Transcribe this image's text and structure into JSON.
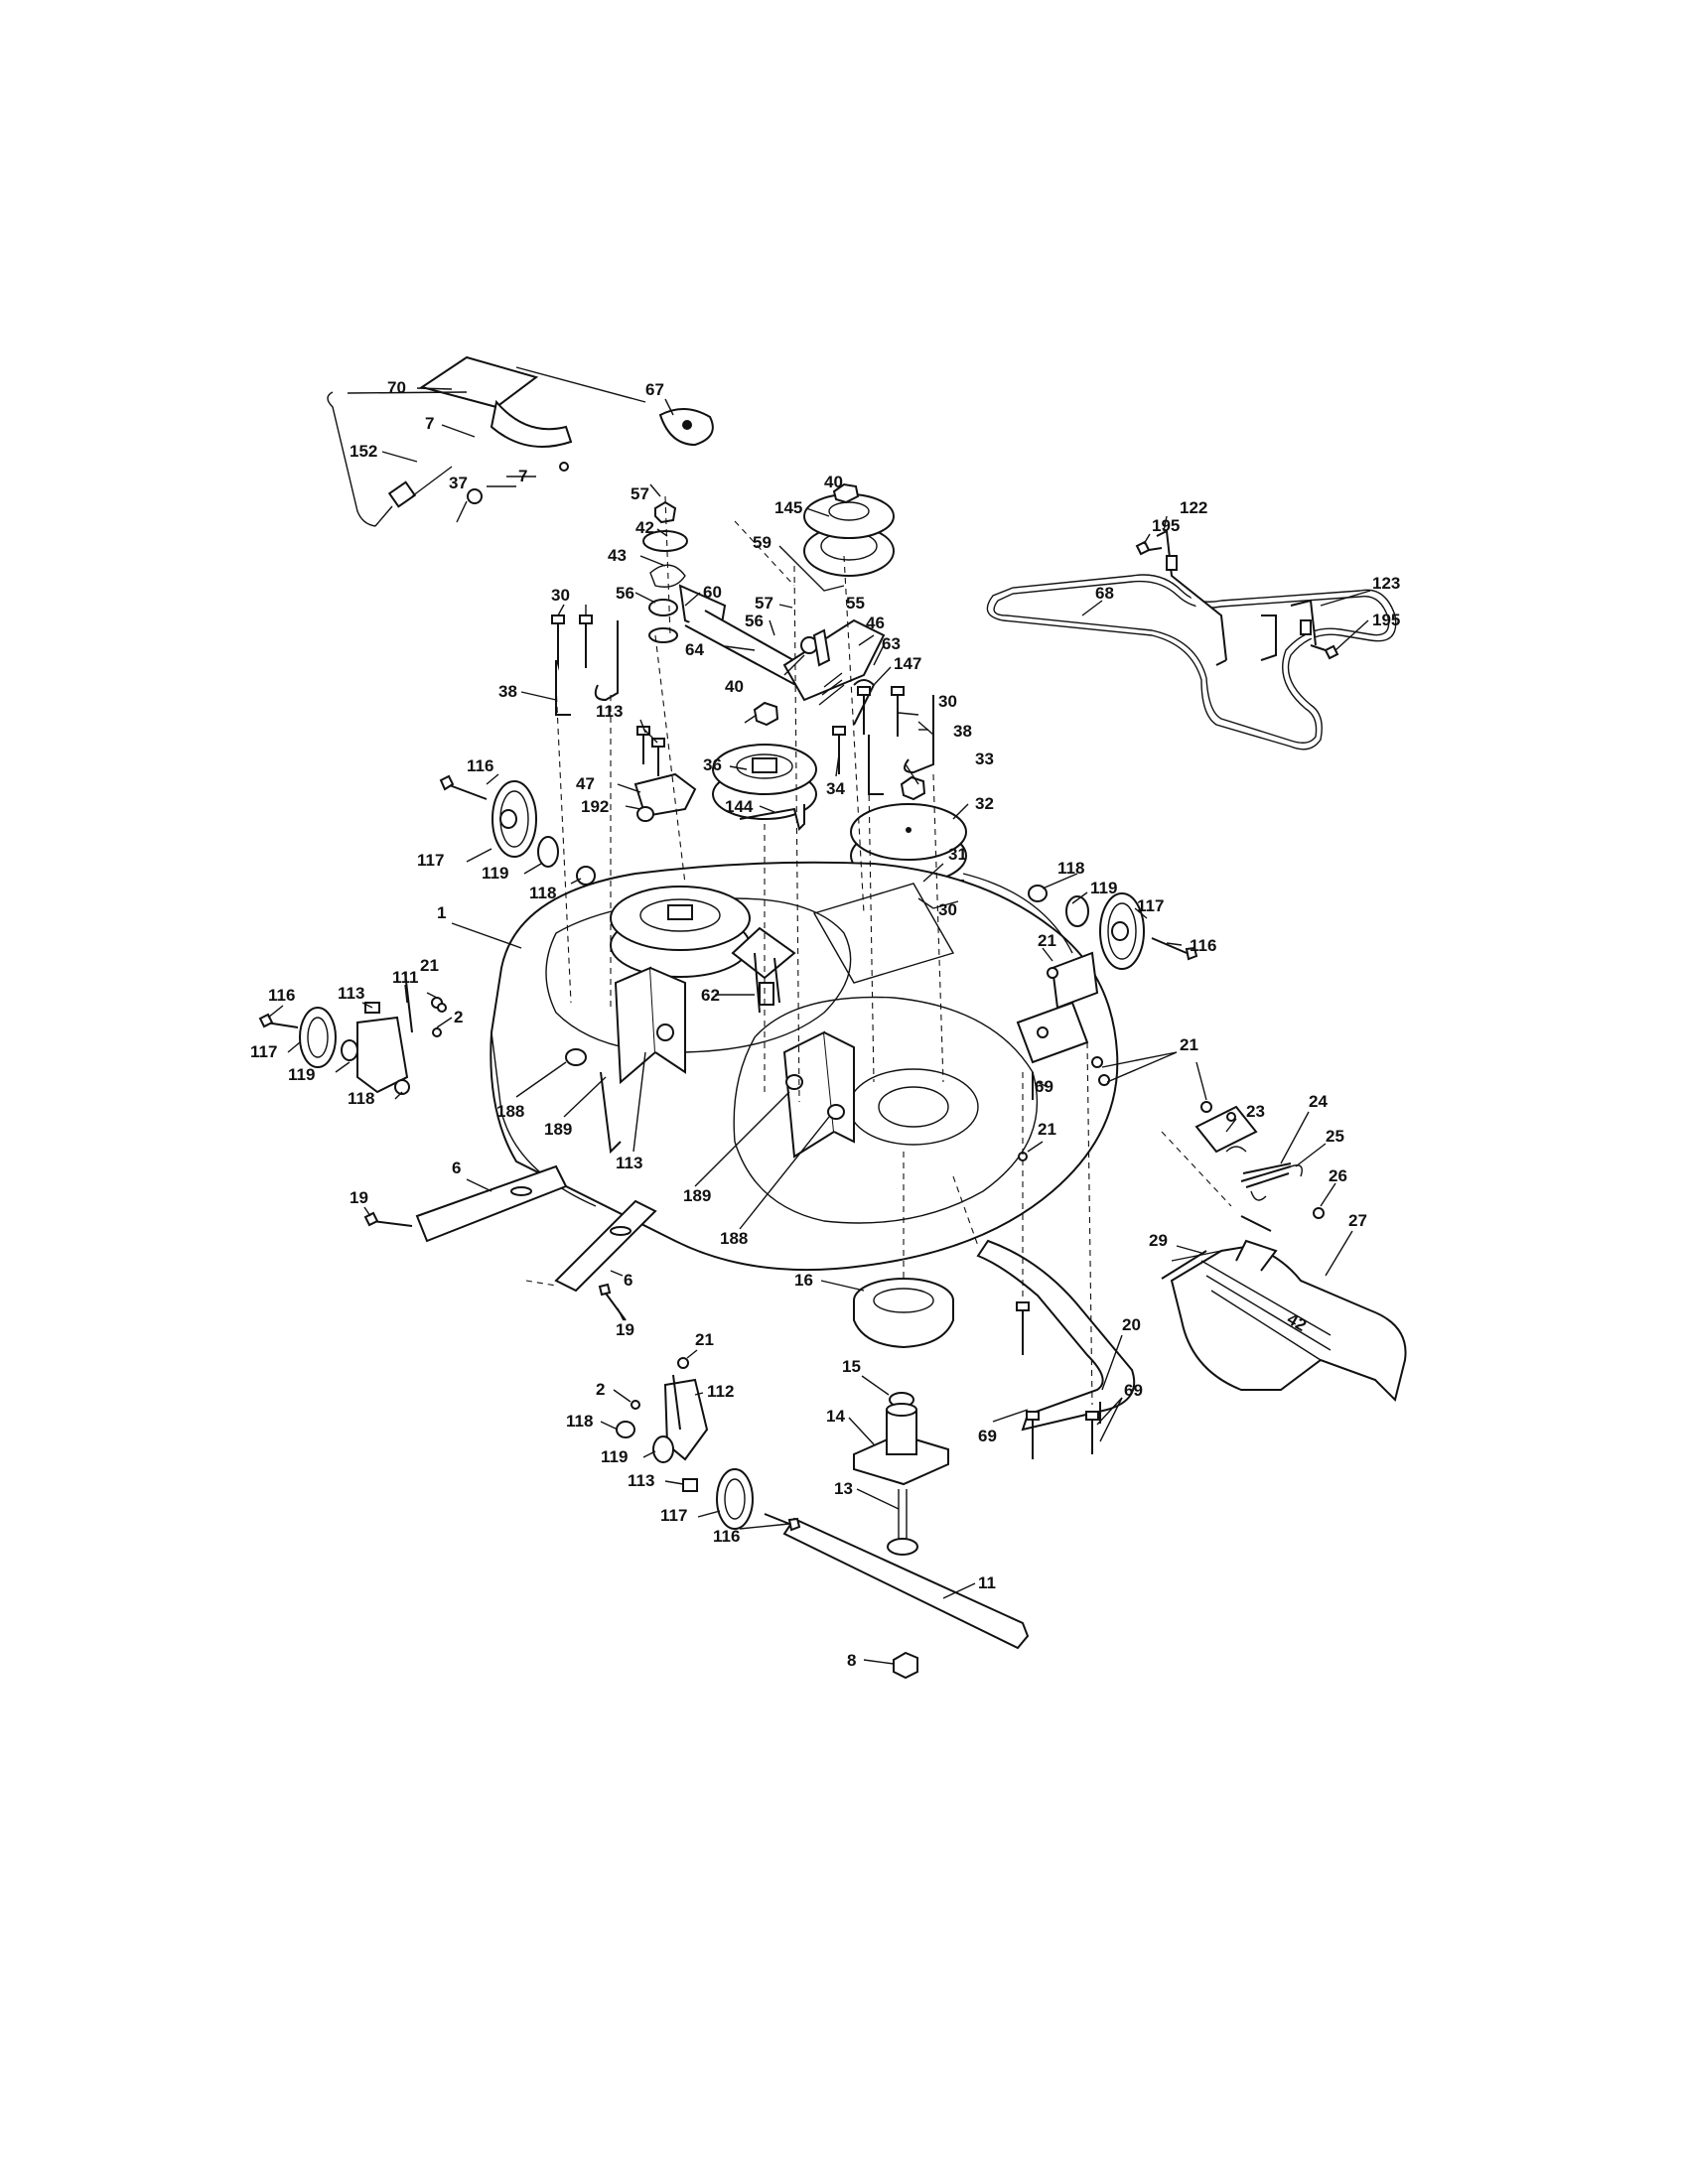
{
  "diagram": {
    "callouts": [
      {
        "id": "c70",
        "text": "70"
      },
      {
        "id": "c67",
        "text": "67"
      },
      {
        "id": "c7a",
        "text": "7"
      },
      {
        "id": "c152",
        "text": "152"
      },
      {
        "id": "c7b",
        "text": "7"
      },
      {
        "id": "c37",
        "text": "37"
      },
      {
        "id": "c40a",
        "text": "40"
      },
      {
        "id": "c57a",
        "text": "57"
      },
      {
        "id": "c145",
        "text": "145"
      },
      {
        "id": "c42",
        "text": "42"
      },
      {
        "id": "c59",
        "text": "59"
      },
      {
        "id": "c43",
        "text": "43"
      },
      {
        "id": "c56a",
        "text": "56"
      },
      {
        "id": "c60",
        "text": "60"
      },
      {
        "id": "c30a",
        "text": "30"
      },
      {
        "id": "c57b",
        "text": "57"
      },
      {
        "id": "c55",
        "text": "55"
      },
      {
        "id": "c46",
        "text": "46"
      },
      {
        "id": "c56b",
        "text": "56"
      },
      {
        "id": "c64",
        "text": "64"
      },
      {
        "id": "c63",
        "text": "63"
      },
      {
        "id": "c38a",
        "text": "38"
      },
      {
        "id": "c40b",
        "text": "40"
      },
      {
        "id": "c147",
        "text": "147"
      },
      {
        "id": "c30b",
        "text": "30"
      },
      {
        "id": "c113a",
        "text": "113"
      },
      {
        "id": "c38b",
        "text": "38"
      },
      {
        "id": "c36",
        "text": "36"
      },
      {
        "id": "c34",
        "text": "34"
      },
      {
        "id": "c33",
        "text": "33"
      },
      {
        "id": "c116a",
        "text": "116"
      },
      {
        "id": "c47",
        "text": "47"
      },
      {
        "id": "c192",
        "text": "192"
      },
      {
        "id": "c144",
        "text": "144"
      },
      {
        "id": "c32",
        "text": "32"
      },
      {
        "id": "c117a",
        "text": "117"
      },
      {
        "id": "c119a",
        "text": "119"
      },
      {
        "id": "c118a",
        "text": "118"
      },
      {
        "id": "c31",
        "text": "31"
      },
      {
        "id": "c118b",
        "text": "118"
      },
      {
        "id": "c119b",
        "text": "119"
      },
      {
        "id": "c30c",
        "text": "30"
      },
      {
        "id": "c117b",
        "text": "117"
      },
      {
        "id": "c1",
        "text": "1"
      },
      {
        "id": "c21a",
        "text": "21"
      },
      {
        "id": "c116b",
        "text": "116"
      },
      {
        "id": "c62",
        "text": "62"
      },
      {
        "id": "c113b",
        "text": "113"
      },
      {
        "id": "c111",
        "text": "111"
      },
      {
        "id": "c21b",
        "text": "21"
      },
      {
        "id": "c116c",
        "text": "116"
      },
      {
        "id": "c2a",
        "text": "2"
      },
      {
        "id": "c117c",
        "text": "117"
      },
      {
        "id": "c21c",
        "text": "21"
      },
      {
        "id": "c119c",
        "text": "119"
      },
      {
        "id": "c23",
        "text": "23"
      },
      {
        "id": "c69a",
        "text": "69"
      },
      {
        "id": "c118c",
        "text": "118"
      },
      {
        "id": "c188a",
        "text": "188"
      },
      {
        "id": "c24",
        "text": "24"
      },
      {
        "id": "c189a",
        "text": "189"
      },
      {
        "id": "c21d",
        "text": "21"
      },
      {
        "id": "c25",
        "text": "25"
      },
      {
        "id": "c113c",
        "text": "113"
      },
      {
        "id": "c189b",
        "text": "189"
      },
      {
        "id": "c26",
        "text": "26"
      },
      {
        "id": "c6a",
        "text": "6"
      },
      {
        "id": "c19a",
        "text": "19"
      },
      {
        "id": "c188b",
        "text": "188"
      },
      {
        "id": "c27",
        "text": "27"
      },
      {
        "id": "c29",
        "text": "29"
      },
      {
        "id": "c6b",
        "text": "6"
      },
      {
        "id": "c16",
        "text": "16"
      },
      {
        "id": "c19b",
        "text": "19"
      },
      {
        "id": "c21e",
        "text": "21"
      },
      {
        "id": "c20",
        "text": "20"
      },
      {
        "id": "c15",
        "text": "15"
      },
      {
        "id": "c2b",
        "text": "2"
      },
      {
        "id": "c112",
        "text": "112"
      },
      {
        "id": "c69b",
        "text": "69"
      },
      {
        "id": "c118d",
        "text": "118"
      },
      {
        "id": "c14",
        "text": "14"
      },
      {
        "id": "c69c",
        "text": "69"
      },
      {
        "id": "c119d",
        "text": "119"
      },
      {
        "id": "c113d",
        "text": "113"
      },
      {
        "id": "c13",
        "text": "13"
      },
      {
        "id": "c117d",
        "text": "117"
      },
      {
        "id": "c116d",
        "text": "116"
      },
      {
        "id": "c11",
        "text": "11"
      },
      {
        "id": "c8",
        "text": "8"
      },
      {
        "id": "c195a",
        "text": "195"
      },
      {
        "id": "c122",
        "text": "122"
      },
      {
        "id": "c68",
        "text": "68"
      },
      {
        "id": "c123",
        "text": "123"
      },
      {
        "id": "c195b",
        "text": "195"
      }
    ],
    "deflector_marking": "42"
  }
}
